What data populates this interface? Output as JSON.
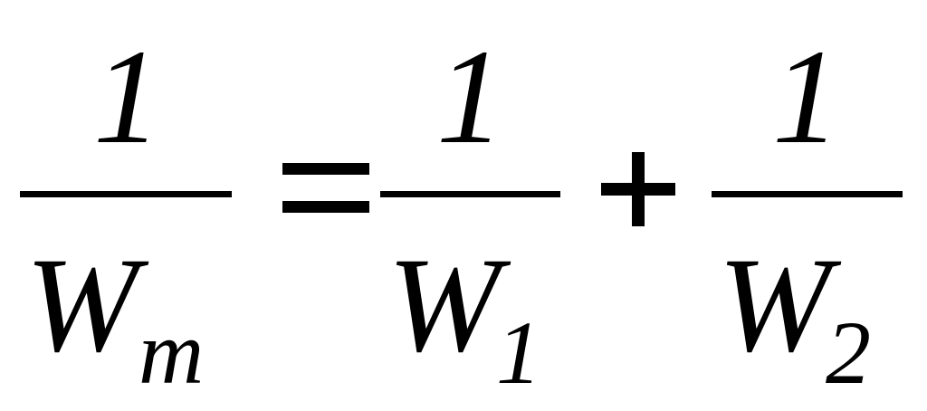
{
  "equation": {
    "lhs": {
      "numerator": "1",
      "denominator": "W",
      "subscript": "m"
    },
    "equals": "=",
    "term1": {
      "numerator": "1",
      "denominator": "W",
      "subscript": "1"
    },
    "plus": "+",
    "term2": {
      "numerator": "1",
      "denominator": "W",
      "subscript": "2"
    }
  }
}
